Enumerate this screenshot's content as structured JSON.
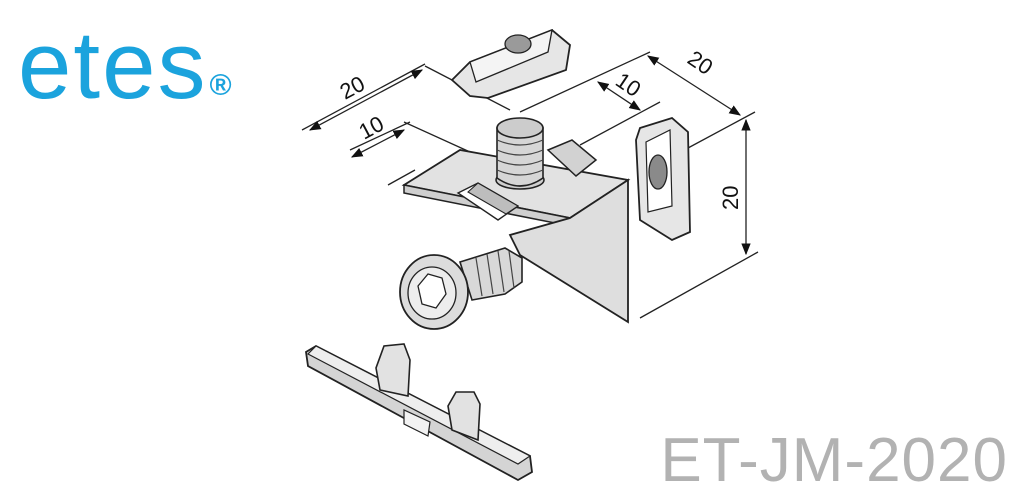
{
  "brand": {
    "name": "etes",
    "mark": "®",
    "color": "#1ba3dd"
  },
  "product": {
    "code": "ET-JM-2020",
    "color": "#b2b2b2"
  },
  "dimensions": {
    "top_width": "20",
    "top_offset": "10",
    "right_width": "20",
    "right_offset": "10",
    "height": "20"
  }
}
